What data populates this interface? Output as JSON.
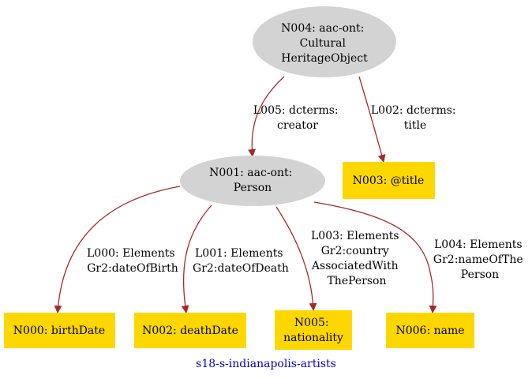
{
  "caption": "s18-s-indianapolis-artists",
  "colors": {
    "class_node_fill": "#d3d3d3",
    "literal_node_fill": "#ffd700",
    "edge": "#a52a2a",
    "caption": "#0000cd"
  },
  "nodes": {
    "n004": [
      "N004: aac-ont:",
      "Cultural",
      "HeritageObject"
    ],
    "n001": [
      "N001: aac-ont:",
      "Person"
    ],
    "n003": [
      "N003: @title"
    ],
    "n000": [
      "N000: birthDate"
    ],
    "n002": [
      "N002: deathDate"
    ],
    "n005": [
      "N005:",
      "nationality"
    ],
    "n006": [
      "N006: name"
    ]
  },
  "edges": {
    "l005": [
      "L005: dcterms:",
      "creator"
    ],
    "l002": [
      "L002: dcterms:",
      "title"
    ],
    "l000": [
      "L000: Elements",
      "Gr2:dateOfBirth"
    ],
    "l001": [
      "L001: Elements",
      "Gr2:dateOfDeath"
    ],
    "l003": [
      "L003: Elements",
      "Gr2:country",
      "AssociatedWith",
      "ThePerson"
    ],
    "l004": [
      "L004: Elements",
      "Gr2:nameOfThe",
      "Person"
    ]
  }
}
